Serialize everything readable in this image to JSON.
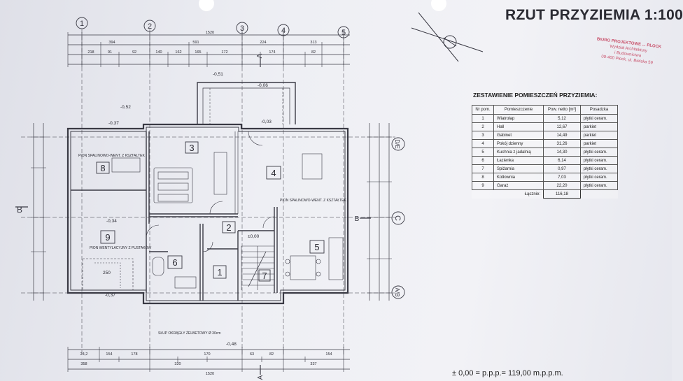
{
  "title": "RZUT PRZYZIEMIA 1:100",
  "stamp": {
    "lines": [
      "BIURO PROJEKTOWE ... PŁOCK",
      "Wydział Architektury",
      "i Budownictwa",
      "09-400 Płock, ul. Bielska 59"
    ]
  },
  "table": {
    "title": "ZESTAWIENIE POMIESZCZEŃ PRZYZIEMIA:",
    "headers": [
      "Nr pom.",
      "Pomieszczenie",
      "Pow. netto [m²]",
      "Posadzka"
    ],
    "rows": [
      [
        "1",
        "Wiatrołap",
        "5,12",
        "płytki ceram."
      ],
      [
        "2",
        "Hall",
        "12,67",
        "parkiet"
      ],
      [
        "3",
        "Gabinet",
        "14,49",
        "parkiet"
      ],
      [
        "4",
        "Pokój dzienny",
        "31,26",
        "parkiet"
      ],
      [
        "5",
        "Kuchnia z jadalnią",
        "14,30",
        "płytki ceram."
      ],
      [
        "6",
        "Łazienka",
        "6,14",
        "płytki ceram."
      ],
      [
        "7",
        "Spiżarnia",
        "0,97",
        "płytki ceram."
      ],
      [
        "8",
        "Kotłownia",
        "7,03",
        "płytki ceram."
      ],
      [
        "9",
        "Garaż",
        "22,20",
        "płytki ceram."
      ]
    ],
    "total_label": "Łącznie:",
    "total_value": "116,18"
  },
  "footer": "± 0,00 = p.p.p.= 119,00 m.p.p.m.",
  "plan": {
    "axes_top": [
      "1",
      "2",
      "3",
      "4",
      "5"
    ],
    "axes_right": [
      "D/E",
      "C",
      "A/B"
    ],
    "section_marks": [
      "B",
      "A"
    ],
    "rooms": [
      {
        "num": "1"
      },
      {
        "num": "2"
      },
      {
        "num": "3"
      },
      {
        "num": "4"
      },
      {
        "num": "5"
      },
      {
        "num": "6"
      },
      {
        "num": "7"
      },
      {
        "num": "8"
      },
      {
        "num": "9"
      }
    ],
    "notes": {
      "pion_garage": "PION WENTYLACYJNY Z PUSTAKÓW",
      "pion_boiler": "PION SPALINOWO-WENT. Z KSZTAŁTEK",
      "pion_living": "PION SPALINOWO-WENT. Z KSZTAŁTEK",
      "slup": "SŁUP OKRĄGŁY ŻELBETOWY Ø 30cm",
      "level_entry": "-0,51",
      "level_terrace": "-0,06",
      "level_zero": "±0,00",
      "level_boiler": "-0,37",
      "level_boiler2": "-0,52",
      "level_garage": "-0,34",
      "level_garage2": "-0,37",
      "level_living": "-0,03",
      "level_bottom": "-0,48",
      "garage_width": "250"
    },
    "dims_top_total": "1520",
    "dims_bottom_total": "1520",
    "dims_top_1": [
      "394",
      "591",
      "224",
      "313"
    ],
    "dims_top_2": [
      "218",
      "91",
      "92",
      "140",
      "162",
      "165",
      "172",
      "174",
      "82"
    ],
    "dims_bottom": [
      "24,2",
      "358",
      "154",
      "178",
      "320",
      "170",
      "63",
      "82",
      "337",
      "154"
    ]
  },
  "colors": {
    "ink": "#3a3a44",
    "stamp": "#c8506a"
  }
}
